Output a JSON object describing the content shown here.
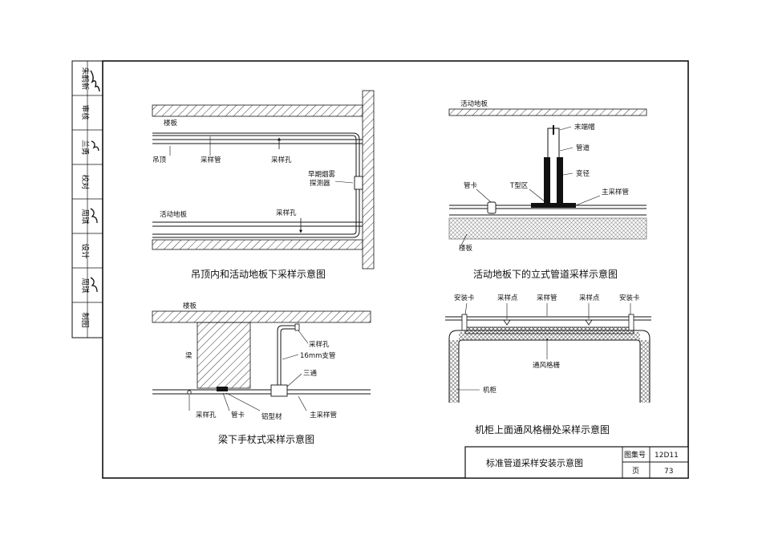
{
  "side_strip": {
    "rows": [
      "朱鹤新",
      "审核",
      "兰勇",
      "校对",
      "周琪",
      "设计",
      "周琪",
      "制图"
    ],
    "signatures": [
      "朱鹤新",
      "兰勇",
      "周琪",
      "周琪"
    ]
  },
  "diagram1": {
    "caption": "吊顶内和活动地板下采样示意图",
    "labels": {
      "floor": "楼板",
      "ceiling": "吊顶",
      "sample_pipe": "采样管",
      "sample_hole_1": "采样孔",
      "detector_1": "早期烟雾",
      "detector_2": "探测器",
      "raised_floor": "活动地板",
      "sample_hole_2": "采样孔"
    }
  },
  "diagram2": {
    "caption": "活动地板下的立式管道采样示意图",
    "labels": {
      "raised_floor": "活动地板",
      "end_cap": "末端帽",
      "pipe": "管道",
      "reducer": "变径",
      "pipe_clip": "管卡",
      "t_zone": "T型区",
      "main_pipe": "主采样管",
      "floor": "楼板"
    }
  },
  "diagram3": {
    "caption": "梁下手杖式采样示意图",
    "labels": {
      "floor": "楼板",
      "beam": "梁",
      "sample_hole_top": "采样孔",
      "branch_pipe": "16mm支管",
      "tee": "三通",
      "sample_hole": "采样孔",
      "pipe_clip": "管卡",
      "aluminium": "铝型材",
      "main_pipe": "主采样管"
    }
  },
  "diagram4": {
    "caption": "机柜上面通风格栅处采样示意图",
    "labels": {
      "clip_left": "安装卡",
      "point_left": "采样点",
      "pipe": "采样管",
      "point_right": "采样点",
      "clip_right": "安装卡",
      "grille": "通风格栅",
      "cabinet": "机柜"
    }
  },
  "title_block": {
    "title": "标准管道采样安装示意图",
    "atlas_label": "图集号",
    "atlas_value": "12D11",
    "page_label": "页",
    "page_value": "73"
  }
}
